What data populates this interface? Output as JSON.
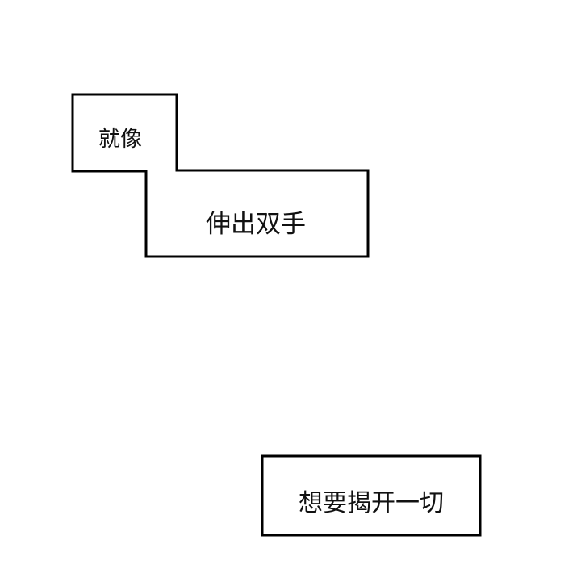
{
  "captions": {
    "box1_line1": "就像",
    "box1_line2": "伸出双手",
    "box2": "想要揭开一切"
  }
}
